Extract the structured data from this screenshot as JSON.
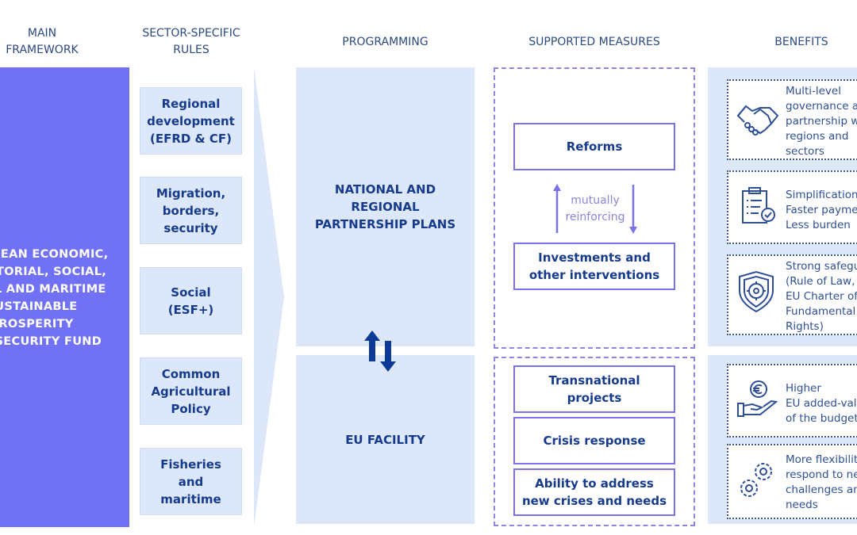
{
  "headers": {
    "main_framework": [
      "MAIN",
      "FRAMEWORK"
    ],
    "sector_rules": [
      "SECTOR-SPECIFIC",
      "RULES"
    ],
    "programming": "PROGRAMMING",
    "supported_measures": "SUPPORTED MEASURES",
    "benefits": "BENEFITS"
  },
  "main_framework": {
    "lines": [
      "EUROPEAN ECONOMIC,",
      "TERRITORIAL, SOCIAL,",
      "RURAL AND MARITIME",
      "SUSTAINABLE",
      "PROSPERITY",
      "AND SECURITY FUND"
    ]
  },
  "sectors": [
    {
      "lines": [
        "Regional",
        "development",
        "(EFRD & CF)"
      ]
    },
    {
      "lines": [
        "Migration,",
        "borders,",
        "security"
      ]
    },
    {
      "lines": [
        "Social",
        "(ESF+)"
      ]
    },
    {
      "lines": [
        "Common",
        "Agricultural",
        "Policy"
      ]
    },
    {
      "lines": [
        "Fisheries",
        "and",
        "maritime"
      ]
    }
  ],
  "programming": {
    "national": [
      "NATIONAL AND",
      "REGIONAL",
      "PARTNERSHIP PLANS"
    ],
    "eu_facility": "EU FACILITY",
    "link_icon": "bidirectional-arrows-icon"
  },
  "measures": {
    "reforms": "Reforms",
    "investments": [
      "Investments and",
      "other interventions"
    ],
    "mutual": [
      "mutually",
      "reinforcing"
    ],
    "transnational": [
      "Transnational",
      "projects"
    ],
    "crisis": "Crisis response",
    "ability": [
      "Ability to address",
      "new crises and needs"
    ]
  },
  "benefits": [
    {
      "icon": "handshake-icon",
      "lines": [
        "Multi-level",
        "governance and",
        "partnership with",
        "regions and",
        "sectors"
      ]
    },
    {
      "icon": "clipboard-check-icon",
      "lines": [
        "Simplification",
        "Faster payments",
        "Less burden"
      ]
    },
    {
      "icon": "shield-icon",
      "lines": [
        "Strong safeguards",
        "(Rule of Law,",
        "EU Charter of",
        "Fundamental",
        "Rights)"
      ]
    },
    {
      "icon": "euro-hand-icon",
      "lines": [
        "Higher",
        "EU added-value",
        "of the budget"
      ]
    },
    {
      "icon": "gears-icon",
      "lines": [
        "More flexibility to",
        "respond to new",
        "challenges and",
        "needs"
      ]
    }
  ],
  "colors": {
    "accent": "#7171f5",
    "light_panel": "#dce7fa",
    "text_dark": "#173b8c",
    "dash": "#8c86e0"
  }
}
